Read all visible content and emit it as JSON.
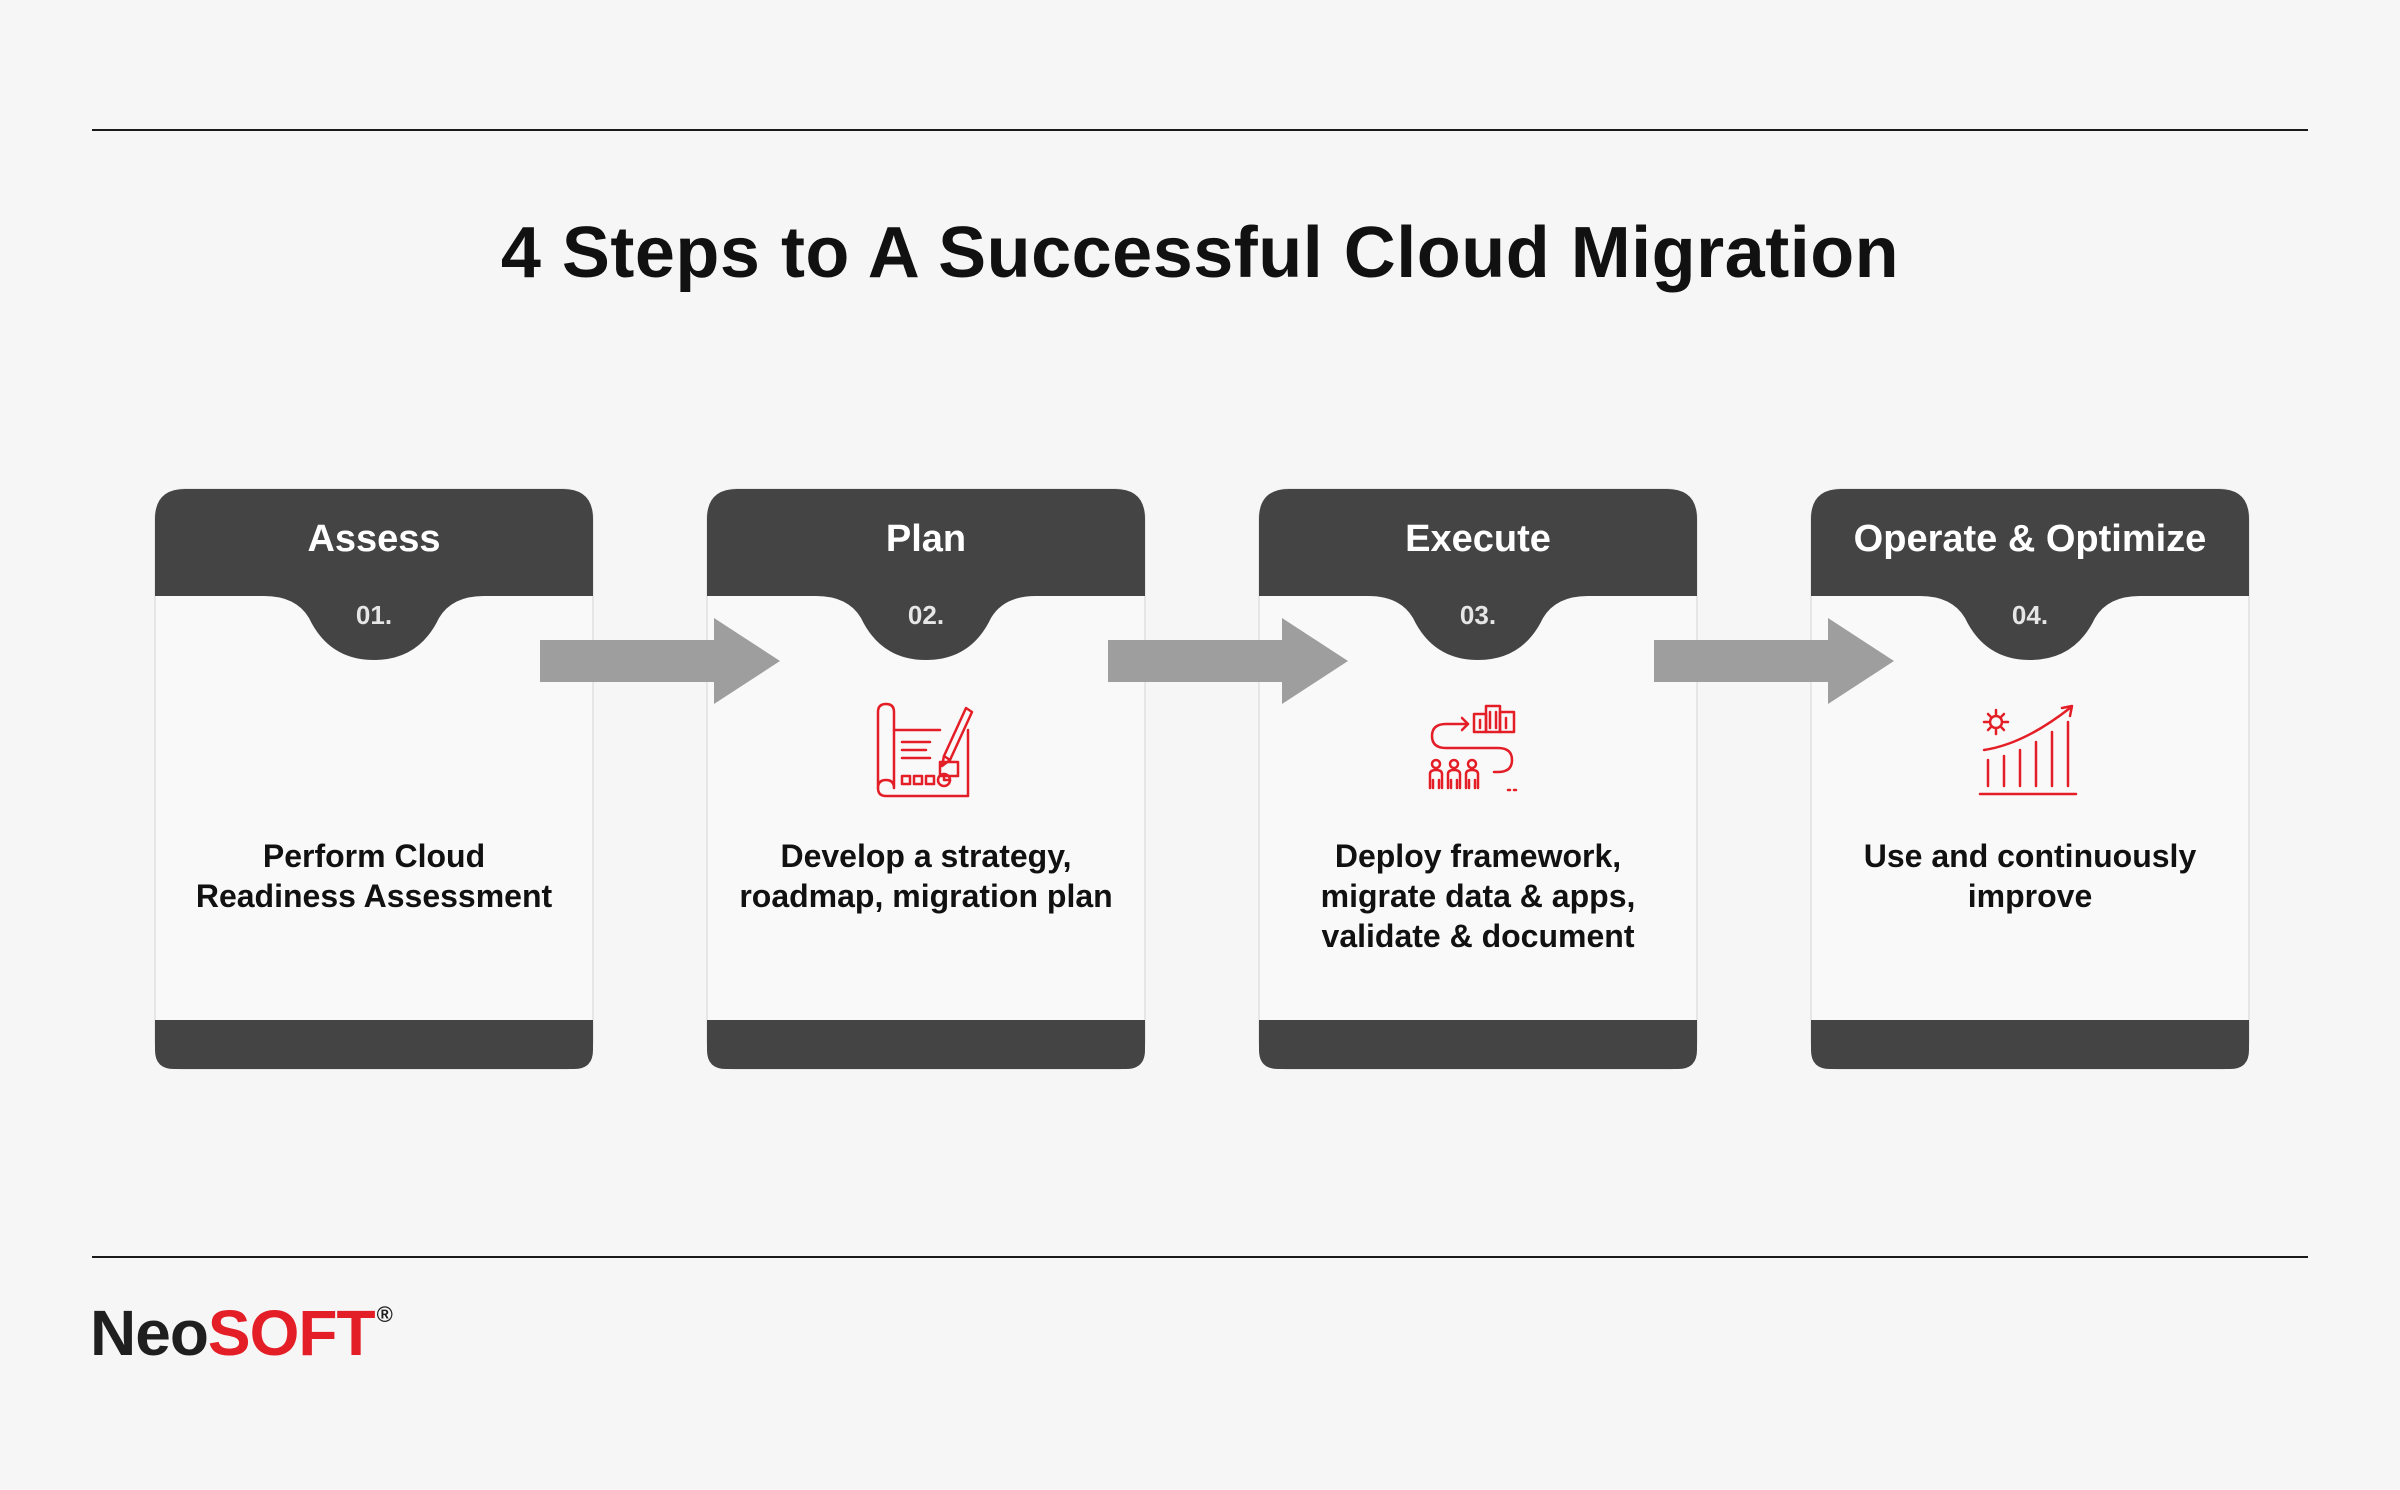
{
  "title": "4 Steps to A Successful Cloud Migration",
  "steps": [
    {
      "title": "Assess",
      "number": "01.",
      "description": "Perform Cloud Readiness Assessment",
      "icon": "none"
    },
    {
      "title": "Plan",
      "number": "02.",
      "description": "Develop a strategy, roadmap, migration plan",
      "icon": "blueprint-icon"
    },
    {
      "title": "Execute",
      "number": "03.",
      "description": "Deploy framework, migrate data & apps, validate & document",
      "icon": "migration-flow-icon"
    },
    {
      "title": "Operate & Optimize",
      "number": "04.",
      "description": "Use and continuously improve",
      "icon": "growth-chart-icon"
    }
  ],
  "logo": {
    "neo": "Neo",
    "soft": "SOFT",
    "registered": "®"
  },
  "colors": {
    "background": "#f6f6f6",
    "card_header": "#444444",
    "card_body": "#f9f9f9",
    "arrow": "#9e9e9e",
    "accent": "#e41e26",
    "text": "#111111"
  }
}
